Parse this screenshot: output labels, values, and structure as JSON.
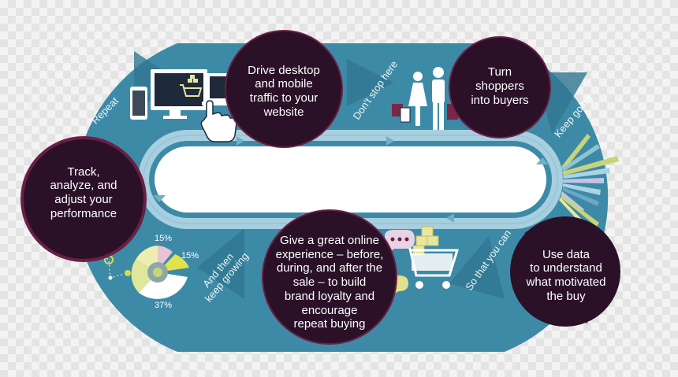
{
  "steps": {
    "drive": "Drive desktop\nand mobile\ntraffic to your\nwebsite",
    "turn": "Turn\nshoppers\ninto buyers",
    "use": "Use data\nto understand\nwhat motivated\nthe buy",
    "give": "Give a great online\nexperience – before,\nduring, and after the\nsale –  to build\nbrand loyalty and\nencourage\nrepeat buying",
    "track": "Track,\nanalyze, and\nadjust your\nperformance"
  },
  "lanes": {
    "repeat": "Repeat",
    "dont_stop": "Don't stop here",
    "keep_going": "Keep going",
    "so_that": "So that you can",
    "keep_growing": "And then\nkeep growing"
  },
  "donut_percentages": [
    "15%",
    "15%",
    "37%"
  ],
  "colors": {
    "track": "#3d8aa6",
    "bubble": "#2a1128",
    "rim": "#6a1f45",
    "loop": "#a7cfe0"
  },
  "icons": [
    "devices-icon",
    "cursor-hand-icon",
    "shoppers-icon",
    "bar-fan-icon",
    "cart-icon",
    "chat-icon",
    "map-pin-icon",
    "donut-chart-icon"
  ]
}
